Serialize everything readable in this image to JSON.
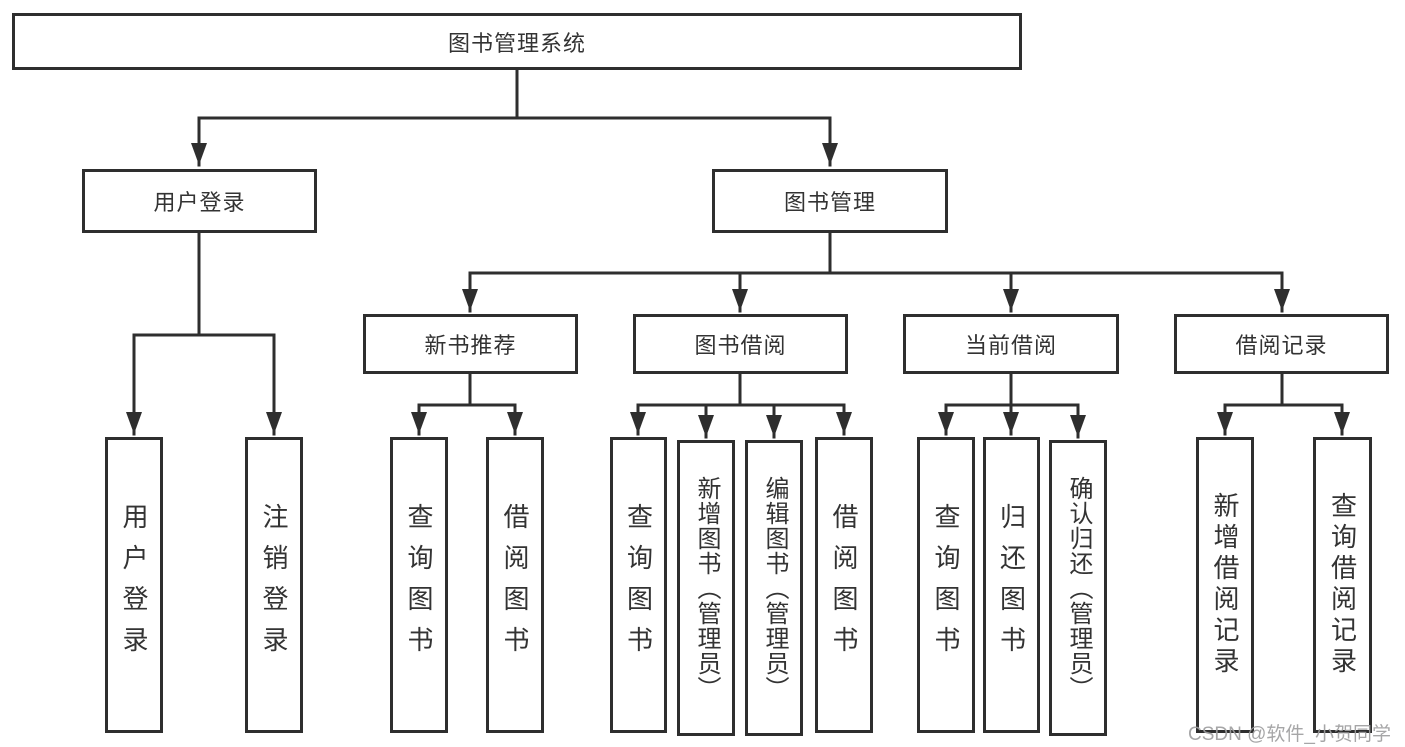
{
  "diagram": {
    "root": {
      "label": "图书管理系统"
    },
    "level2": [
      {
        "id": "user-login",
        "label": "用户登录"
      },
      {
        "id": "book-management",
        "label": "图书管理"
      }
    ],
    "level3": [
      {
        "id": "new-book-recommend",
        "label": "新书推荐",
        "parent": "book-management"
      },
      {
        "id": "book-borrowing",
        "label": "图书借阅",
        "parent": "book-management"
      },
      {
        "id": "current-borrowing",
        "label": "当前借阅",
        "parent": "book-management"
      },
      {
        "id": "borrowing-records",
        "label": "借阅记录",
        "parent": "book-management"
      }
    ],
    "leaves": [
      {
        "id": "user-login-action",
        "label": "用户登录",
        "parent": "user-login"
      },
      {
        "id": "logout-action",
        "label": "注销登录",
        "parent": "user-login"
      },
      {
        "id": "query-books-1",
        "label": "查询图书",
        "parent": "new-book-recommend"
      },
      {
        "id": "borrow-books-1",
        "label": "借阅图书",
        "parent": "new-book-recommend"
      },
      {
        "id": "query-books-2",
        "label": "查询图书",
        "parent": "book-borrowing"
      },
      {
        "id": "add-books-admin",
        "label": "新增图书（管理员）",
        "parent": "book-borrowing"
      },
      {
        "id": "edit-books-admin",
        "label": "编辑图书（管理员）",
        "parent": "book-borrowing"
      },
      {
        "id": "borrow-books-2",
        "label": "借阅图书",
        "parent": "book-borrowing"
      },
      {
        "id": "query-books-3",
        "label": "查询图书",
        "parent": "current-borrowing"
      },
      {
        "id": "return-books",
        "label": "归还图书",
        "parent": "current-borrowing"
      },
      {
        "id": "confirm-return-admin",
        "label": "确认归还（管理员）",
        "parent": "current-borrowing"
      },
      {
        "id": "add-borrow-record",
        "label": "新增借阅记录",
        "parent": "borrowing-records"
      },
      {
        "id": "query-borrow-record",
        "label": "查询借阅记录",
        "parent": "borrowing-records"
      }
    ]
  },
  "watermark": "CSDN @软件_小贺同学",
  "colors": {
    "line": "#2e2e2e",
    "text": "#333333",
    "background": "#ffffff",
    "watermark": "#9e9ea0"
  }
}
